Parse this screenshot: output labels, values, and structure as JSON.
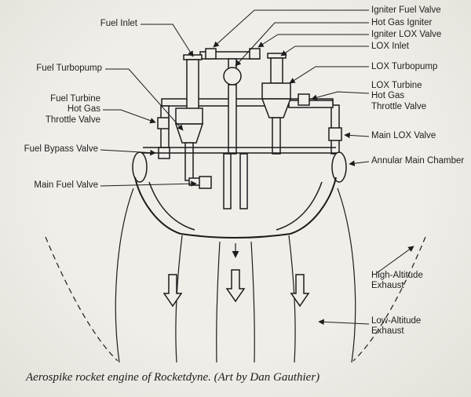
{
  "caption": "Aerospike rocket engine of Rocketdyne. (Art by Dan Gauthier)",
  "labels": {
    "fuel_inlet": "Fuel Inlet",
    "fuel_turbopump": "Fuel Turbopump",
    "fuel_turbine_throttle": "Fuel Turbine\nHot Gas\nThrottle Valve",
    "fuel_bypass_valve": "Fuel Bypass Valve",
    "main_fuel_valve": "Main Fuel Valve",
    "igniter_fuel_valve": "Igniter Fuel Valve",
    "hot_gas_igniter": "Hot Gas Igniter",
    "igniter_lox_valve": "Igniter LOX Valve",
    "lox_inlet": "LOX Inlet",
    "lox_turbopump": "LOX Turbopump",
    "lox_turbine_throttle": "LOX Turbine\nHot Gas\nThrottle Valve",
    "main_lox_valve": "Main LOX Valve",
    "annular_main_chamber": "Annular Main Chamber",
    "high_altitude_exhaust": "High-Altitude\nExhaust",
    "low_altitude_exhaust": "Low-Altitude\nExhaust"
  },
  "colors": {
    "paper_background": "#f0eee9",
    "ink": "#1c1c1c"
  }
}
